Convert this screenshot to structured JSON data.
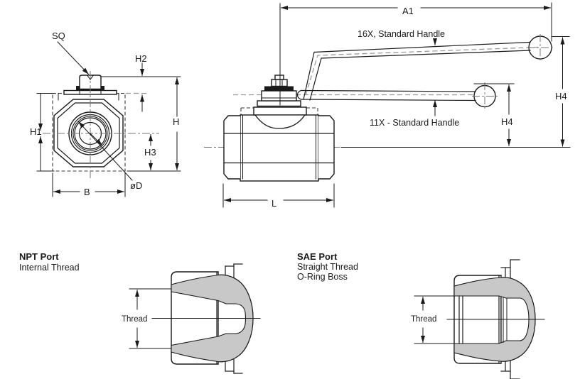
{
  "front_view": {
    "labels": {
      "sq": "SQ",
      "h2": "H2",
      "h1": "H1",
      "h": "H",
      "h3": "H3",
      "b": "B",
      "od": "øD"
    }
  },
  "side_view": {
    "labels": {
      "a1": "A1",
      "l": "L",
      "h4_upper": "H4",
      "h4_lower": "H4"
    },
    "callouts": {
      "handle_16x": "16X, Standard Handle",
      "handle_11x": "11X - Standard Handle"
    }
  },
  "ports": {
    "npt": {
      "title": "NPT Port",
      "subtitle": "Internal Thread",
      "dim": "Thread"
    },
    "sae": {
      "title": "SAE Port",
      "subtitle_1": "Straight Thread",
      "subtitle_2": "O-Ring Boss",
      "dim": "Thread"
    }
  },
  "colors": {
    "line": "#1a1a1a",
    "section_fill": "#c8c8c8",
    "centerline": "#777777",
    "hidden_dash": "#9a9a9a",
    "background": "#ffffff"
  }
}
